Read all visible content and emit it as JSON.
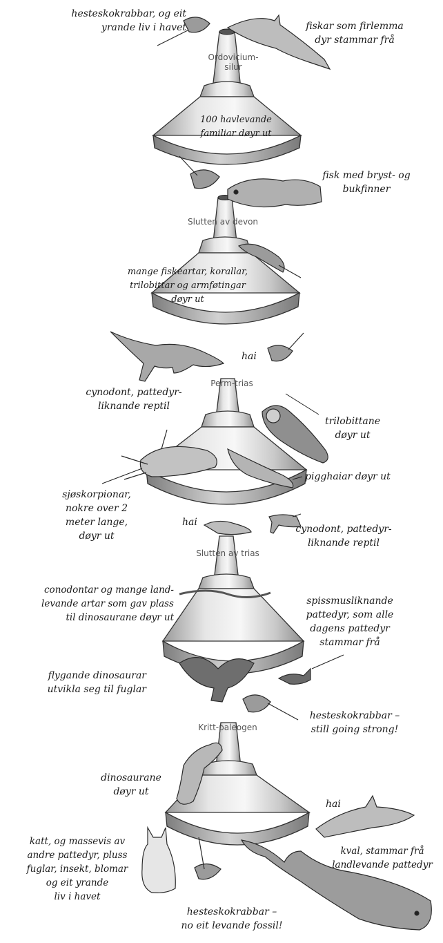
{
  "stages": [
    {
      "label_lines": [
        "Ordovicium-",
        "silur"
      ],
      "text": [
        "100 havlevande",
        "familiar døyr ut"
      ]
    },
    {
      "label_lines": [
        "Slutten av devon"
      ],
      "text": [
        "mange fiskeartar, korallar,",
        "trilobittar og armføtingar",
        "døyr ut"
      ]
    },
    {
      "label_lines": [
        "Perm-trias"
      ]
    },
    {
      "label_lines": [
        "Slutten av trias"
      ]
    },
    {
      "label_lines": [
        "Kritt-paleogen"
      ]
    }
  ],
  "annotations": {
    "a1": [
      "hesteskokrabbar, og eit",
      "yrande liv i havet"
    ],
    "a2": [
      "fiskar som firlemma",
      "dyr stammar frå"
    ],
    "a3": [
      "fisk med bryst- og",
      "bukfinner"
    ],
    "a4": [
      "hai"
    ],
    "a5": [
      "cynodont, pattedyr-",
      "liknande reptil"
    ],
    "a6": [
      "trilobittane",
      "døyr ut"
    ],
    "a7": [
      "pigghaiar døyr ut"
    ],
    "a8": [
      "sjøskorpionar,",
      "nokre over 2",
      "meter lange,",
      "døyr ut"
    ],
    "a9": [
      "hai"
    ],
    "a10": [
      "cynodont, pattedyr-",
      "liknande reptil"
    ],
    "a11": [
      "conodontar og mange land-",
      "levande artar som gav plass",
      "til dinosaurane døyr ut"
    ],
    "a12": [
      "spissmusliknande",
      "pattedyr, som alle",
      "dagens pattedyr",
      "stammar frå"
    ],
    "a13": [
      "flygande dinosaurar",
      "utvikla seg til fuglar"
    ],
    "a14": [
      "hesteskokrabbar –",
      "still going strong!"
    ],
    "a15": [
      "dinosaurane",
      "døyr ut"
    ],
    "a16": [
      "hai"
    ],
    "a17": [
      "katt, og massevis av",
      "andre pattedyr, pluss",
      "fuglar, insekt, blomar",
      "og eit yrande",
      "liv i havet"
    ],
    "a18": [
      "kval, stammar frå",
      "landlevande pattedyr"
    ],
    "a19": [
      "hesteskokrabbar –",
      "no eit levande fossil!"
    ]
  }
}
